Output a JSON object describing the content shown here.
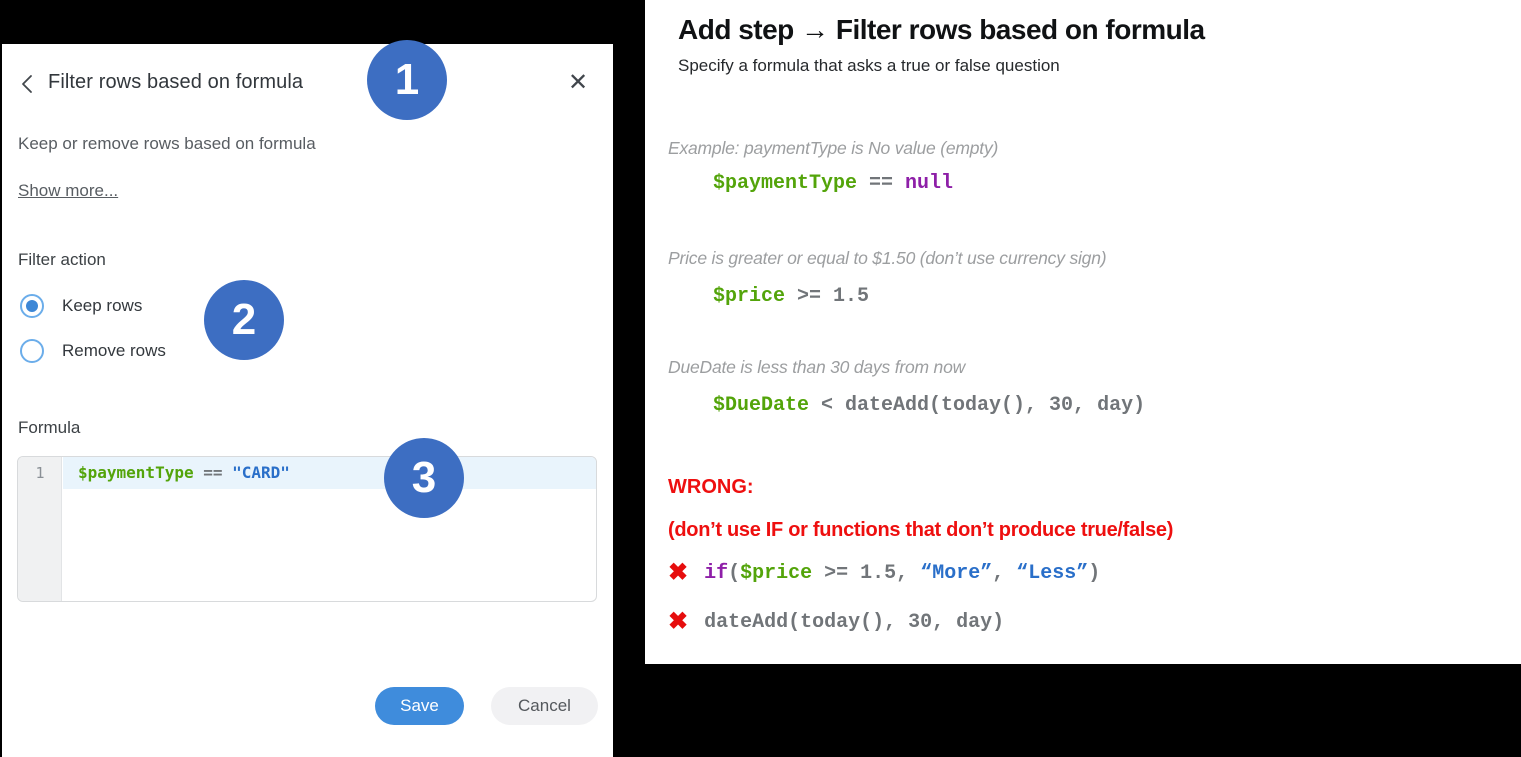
{
  "colors": {
    "green": "#53a40a",
    "gray": "#717579",
    "purple": "#8e1fa8",
    "blue": "#2a6fc9",
    "red": "#ee0f0f",
    "badge_blue": "#3d6ec2",
    "save_blue": "#3f8cdc",
    "radio_blue": "#3d87d6"
  },
  "badges": [
    {
      "label": "1"
    },
    {
      "label": "2"
    },
    {
      "label": "3"
    }
  ],
  "dialog": {
    "back_icon": "‹",
    "title": "Filter rows based on formula",
    "close_icon": "✕",
    "description": "Keep or remove rows based on formula",
    "show_more": "Show more...",
    "filter_action_label": "Filter action",
    "radios": [
      {
        "label": "Keep rows",
        "selected": true
      },
      {
        "label": "Remove rows",
        "selected": false
      }
    ],
    "formula_label": "Formula",
    "editor": {
      "line_number": "1",
      "tokens": [
        {
          "t": "$paymentType",
          "c": "green"
        },
        {
          "t": " == ",
          "c": "gray"
        },
        {
          "t": "\"CARD\"",
          "c": "blue"
        }
      ]
    },
    "save_label": "Save",
    "cancel_label": "Cancel"
  },
  "panel": {
    "title": "Add step → Filter rows based on formula",
    "subtitle": "Specify a formula that asks a true or false question",
    "examples": [
      {
        "comment": "Example: paymentType is No value (empty)",
        "tokens": [
          {
            "t": "$paymentType",
            "c": "green"
          },
          {
            "t": " == ",
            "c": "gray"
          },
          {
            "t": "null",
            "c": "purple"
          }
        ]
      },
      {
        "comment": "Price is greater or equal to $1.50 (don’t use currency sign)",
        "tokens": [
          {
            "t": "$price",
            "c": "green"
          },
          {
            "t": " >= 1.5",
            "c": "gray"
          }
        ]
      },
      {
        "comment": "DueDate is less than 30 days from now",
        "tokens": [
          {
            "t": "$DueDate",
            "c": "green"
          },
          {
            "t": " < dateAdd(today(), 30, day)",
            "c": "gray"
          }
        ]
      }
    ],
    "wrong": {
      "heading": "WRONG:",
      "note": "(don’t use IF or functions that don’t produce true/false)",
      "x_icon": "✖",
      "lines": [
        {
          "tokens": [
            {
              "t": "if",
              "c": "purple"
            },
            {
              "t": "(",
              "c": "gray"
            },
            {
              "t": "$price",
              "c": "green"
            },
            {
              "t": " >= 1.5, ",
              "c": "gray"
            },
            {
              "t": "“More”",
              "c": "blue"
            },
            {
              "t": ", ",
              "c": "gray"
            },
            {
              "t": "“Less”",
              "c": "blue"
            },
            {
              "t": ")",
              "c": "gray"
            }
          ]
        },
        {
          "tokens": [
            {
              "t": "dateAdd(today(), 30, day)",
              "c": "gray"
            }
          ]
        }
      ]
    }
  }
}
